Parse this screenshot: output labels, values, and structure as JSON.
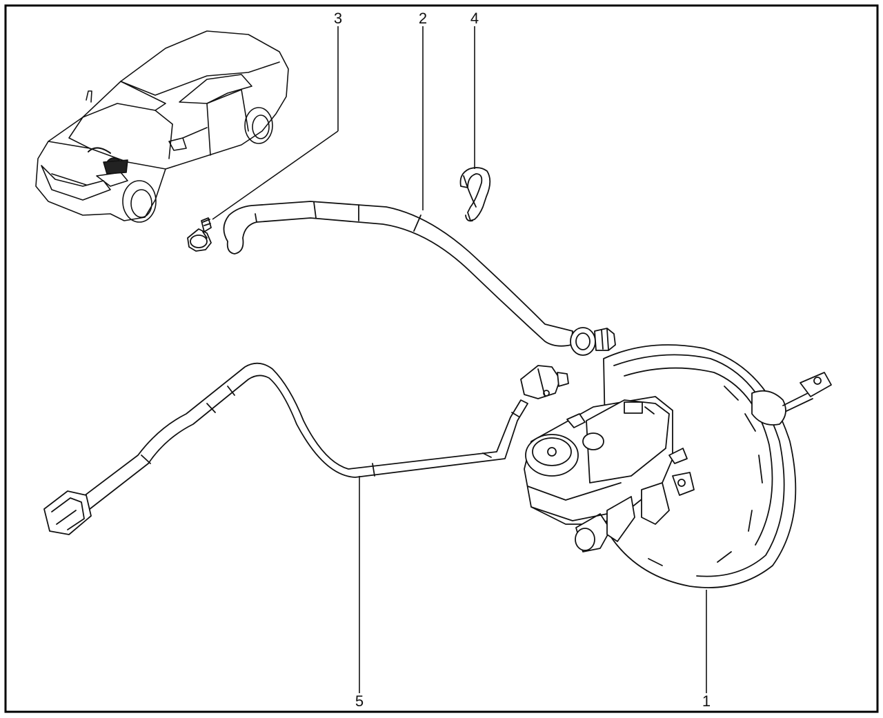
{
  "diagram": {
    "callouts": [
      {
        "id": "1",
        "label": "1"
      },
      {
        "id": "2",
        "label": "2"
      },
      {
        "id": "3",
        "label": "3"
      },
      {
        "id": "4",
        "label": "4"
      },
      {
        "id": "5",
        "label": "5"
      }
    ]
  },
  "colors": {
    "ink": "#111111",
    "background": "#ffffff",
    "frame": "#000000"
  },
  "icons": [
    "car-locator-icon",
    "brake-booster-icon",
    "vacuum-hose-icon",
    "hose-clamp-icon",
    "check-valve-icon",
    "brake-pipe-icon"
  ]
}
